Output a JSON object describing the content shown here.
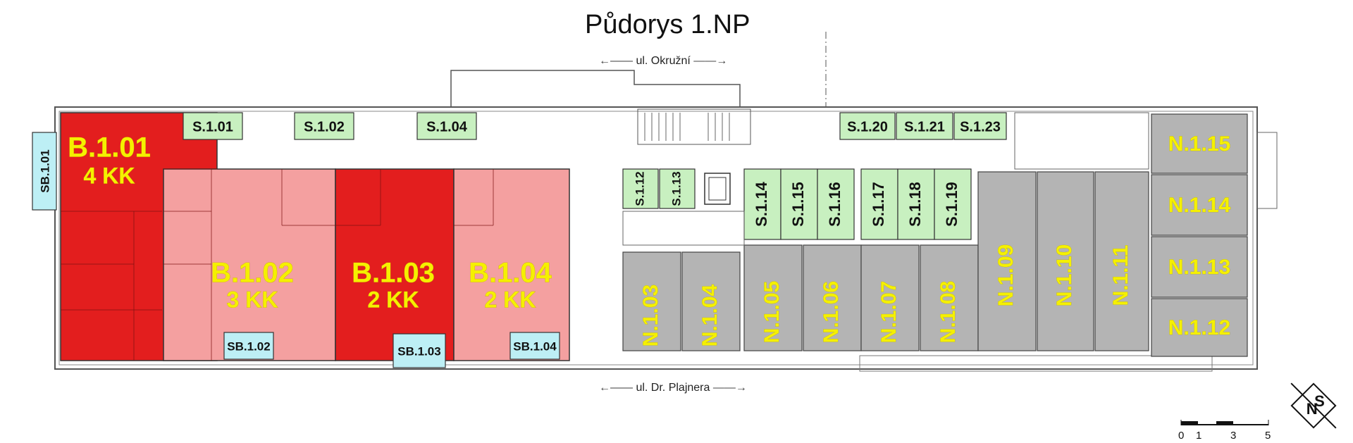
{
  "title": "Půdorys 1.NP",
  "streets": {
    "top": "ul. Okružní",
    "bottom": "ul. Dr. Plajnera"
  },
  "compass": {
    "n": "N",
    "s": "S"
  },
  "scale_labels": [
    "0",
    "1",
    "3",
    "5"
  ],
  "colors": {
    "apartment_dark": "#e31e1e",
    "apartment_light": "#f4a0a0",
    "storage": "#c8f0c0",
    "balcony": "#bdeff5",
    "garage": "#b4b4b4",
    "label_yellow": "#f5f000"
  },
  "apartments": [
    {
      "id": "B.1.01",
      "type": "4 KK"
    },
    {
      "id": "B.1.02",
      "type": "3 KK"
    },
    {
      "id": "B.1.03",
      "type": "2 KK"
    },
    {
      "id": "B.1.04",
      "type": "2 KK"
    }
  ],
  "balconies": [
    "SB.1.01",
    "SB.1.02",
    "SB.1.03",
    "SB.1.04"
  ],
  "storage_top": [
    "S.1.01",
    "S.1.02",
    "S.1.04",
    "S.1.20",
    "S.1.21",
    "S.1.23"
  ],
  "storage_inner": [
    "S.1.12",
    "S.1.13",
    "S.1.14",
    "S.1.15",
    "S.1.16",
    "S.1.17",
    "S.1.18",
    "S.1.19"
  ],
  "garages_vertical": [
    "N.1.03",
    "N.1.04",
    "N.1.05",
    "N.1.06",
    "N.1.07",
    "N.1.08",
    "N.1.09",
    "N.1.10",
    "N.1.11"
  ],
  "garages_horizontal": [
    "N.1.15",
    "N.1.14",
    "N.1.13",
    "N.1.12"
  ]
}
